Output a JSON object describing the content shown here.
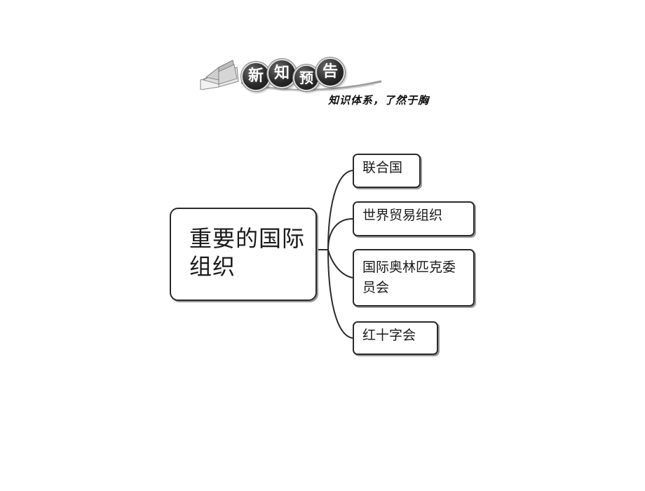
{
  "header": {
    "title_chars": [
      "新",
      "知",
      "预",
      "告"
    ],
    "subtitle": "知识体系，了然于胸",
    "icon": "open-book-icon"
  },
  "diagram": {
    "root": {
      "label": "重要的国际组织"
    },
    "branches": [
      {
        "label": "联合国"
      },
      {
        "label": "世界贸易组织"
      },
      {
        "label": "国际奥林匹克委员会"
      },
      {
        "label": "红十字会"
      }
    ]
  },
  "colors": {
    "stroke": "#2a2a2a",
    "badge": "#2b2b2b",
    "shadow": "#9a9a9a"
  }
}
